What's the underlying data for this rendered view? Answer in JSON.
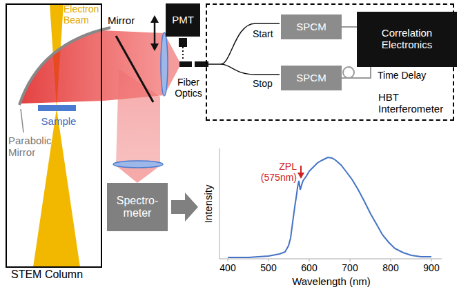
{
  "diagram": {
    "nodes": [
      {
        "text": [
          "STEM Column"
        ]
      },
      {
        "text": [
          "PMT"
        ]
      },
      {
        "text": [
          "HBT Interferometer"
        ]
      },
      {
        "text": [
          "SPCM"
        ],
        "in": 2
      },
      {
        "text": [
          "SPCM"
        ],
        "in": 2
      },
      {
        "text": [
          "Correlation Electronics"
        ],
        "in": 2
      },
      {
        "text": [
          "Spectro- meter"
        ]
      }
    ],
    "edges": [
      {
        "from": 3,
        "to": 5,
        "arrow": "none"
      },
      {
        "from": 4,
        "to": 5,
        "label": "Time Delay",
        "arrow": "none"
      }
    ],
    "labels": [
      "Electron Beam",
      "Sample",
      "Parabolic Mirror",
      "Mirror",
      "Fiber Optics",
      "Start",
      "Stop",
      "ZPL (575nm)",
      "Intensity",
      "Wavelength (nm)",
      "400",
      "500",
      "600",
      "700",
      "800",
      "900"
    ]
  }
}
